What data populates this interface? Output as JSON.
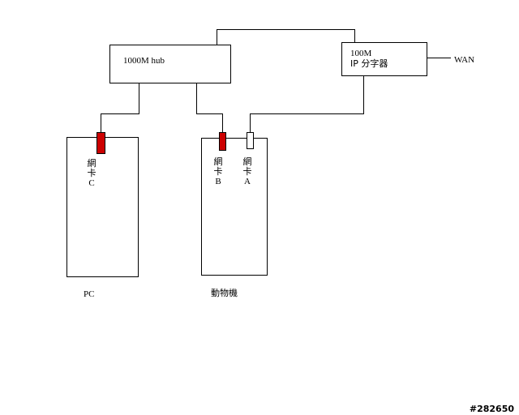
{
  "hub": {
    "label": "1000M hub"
  },
  "router": {
    "line1": "100M",
    "line2": "IP 分字器"
  },
  "wan": {
    "label": "WAN"
  },
  "pc": {
    "label": "PC",
    "nic_c": {
      "char1": "網",
      "char2": "卡",
      "letter": "C"
    }
  },
  "animal_machine": {
    "label": "動物機",
    "nic_b": {
      "char1": "網",
      "char2": "卡",
      "letter": "B"
    },
    "nic_a": {
      "char1": "網",
      "char2": "卡",
      "letter": "A"
    }
  },
  "watermark": "#282650",
  "colors": {
    "nic_active": "#cc0000",
    "line": "#000000",
    "background": "#ffffff"
  }
}
